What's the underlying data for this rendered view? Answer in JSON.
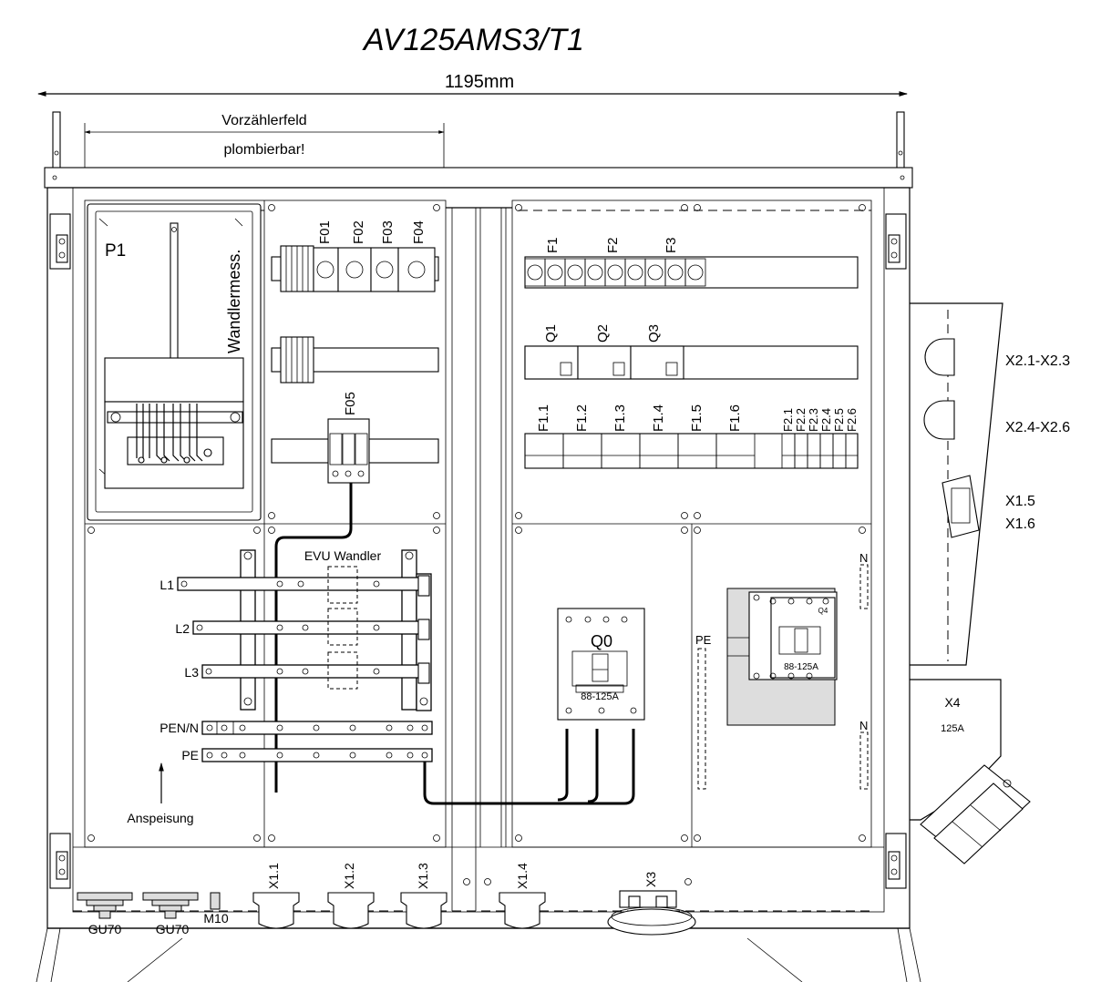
{
  "title": "AV125AMS3/T1",
  "width_label": "1195mm",
  "pre_meter": {
    "label": "Vorzählerfeld",
    "sublabel": "plombierbar!"
  },
  "meter": {
    "id": "P1",
    "label": "Wandlermess."
  },
  "fuses_top": [
    "F01",
    "F02",
    "F03",
    "F04"
  ],
  "surge": "F05",
  "transformer_label": "EVU Wandler",
  "conductors": [
    "L1",
    "L2",
    "L3",
    "PEN/N",
    "PE"
  ],
  "feed_label": "Anspeisung",
  "right_fuses": [
    "F1",
    "F2",
    "F3"
  ],
  "rcds": [
    "Q1",
    "Q2",
    "Q3"
  ],
  "mcbs_a": [
    "F1.1",
    "F1.2",
    "F1.3",
    "F1.4",
    "F1.5",
    "F1.6"
  ],
  "mcbs_b": [
    "F2.1",
    "F2.2",
    "F2.3",
    "F2.4",
    "F2.5",
    "F2.6"
  ],
  "breaker_main": {
    "id": "Q0",
    "rating": "88-125A"
  },
  "breaker_q4": {
    "id": "Q4",
    "rating": "88-125A"
  },
  "bar_labels": {
    "pe": "PE",
    "n1": "N",
    "n2": "N"
  },
  "side_sockets": [
    "X2.1-X2.3",
    "X2.4-X2.6",
    "X1.5",
    "X1.6"
  ],
  "x4": {
    "id": "X4",
    "rating": "125A"
  },
  "bottom_outlets": [
    "X1.1",
    "X1.2",
    "X1.3",
    "X1.4",
    "X3"
  ],
  "glands": [
    "GU70",
    "GU70",
    "M10"
  ]
}
